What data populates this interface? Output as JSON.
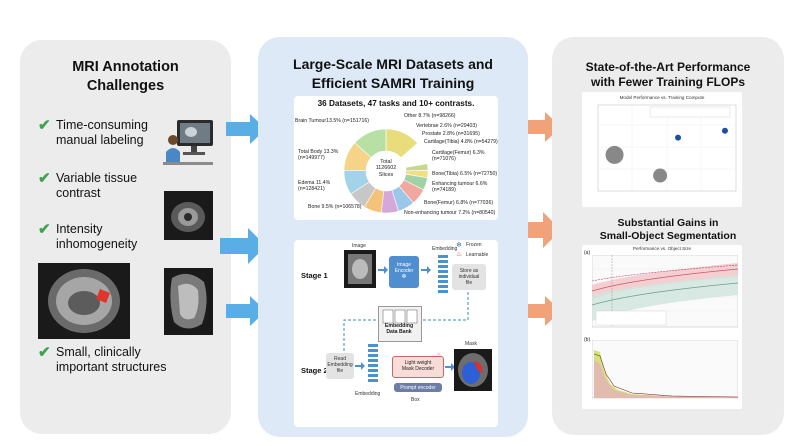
{
  "left_panel": {
    "title_line1": "MRI Annotation",
    "title_line2": "Challenges",
    "challenges": [
      {
        "line1": "Time-consuming",
        "line2": "manual labeling"
      },
      {
        "line1": "Variable tissue",
        "line2": "contrast"
      },
      {
        "line1": "Intensity",
        "line2": "inhomogeneity"
      },
      {
        "line1": "Small, clinically",
        "line2": "important structures"
      }
    ]
  },
  "middle_panel": {
    "title_line1": "Large-Scale MRI Datasets and",
    "title_line2": "Efficient SAMRI Training",
    "dataset_summary": "36 Datasets, 47 tasks and 10+ contrasts.",
    "pie_center_line1": "Total",
    "pie_center_line2": "1126602",
    "pie_center_line3": "Slices",
    "pie_labels": [
      "Brain Tumour13.5% (n=151716)",
      "Other 8.7% (n=98266)",
      "Vertebrae 2.6% (n=29403)",
      "Prostate 2.8% (n=31695)",
      "Cartilage(Tibia) 4.8% (n=54279)",
      "Cartilage(Femur) 6.3% (n=71076)",
      "Bone(Tibia) 6.5% (n=72750)",
      "Enhancing tumour 6.6% (n=74189)",
      "Bone(Femur) 6.8% (n=77036)",
      "Non-enhancing tumour 7.2% (n=80540)",
      "Bone 9.5% (n=106578)",
      "Edema 11.4% (n=128421)",
      "Total Body 13.3% (n=149977)"
    ],
    "stage1": "Stage 1",
    "stage2": "Stage 2",
    "image_label": "Image",
    "image_encoder_line1": "Image",
    "image_encoder_line2": "Encoder",
    "embedding_label": "Embedding",
    "frozen_label": "Frozen",
    "learnable_label": "Learnable",
    "store_line1": "Store as",
    "store_line2": "individual",
    "store_line3": "file",
    "databank_line1": "Embedding",
    "databank_line2": "Data Bank",
    "read_line1": "Read",
    "read_line2": "Embedding",
    "read_line3": "file",
    "decoder_line1": "Light weight",
    "decoder_line2": "Mask Decoder",
    "prompt_encoder": "Prompt encoder",
    "box_label": "Box",
    "mask_label": "Mask",
    "embedding_bottom": "Embedding"
  },
  "right_panel": {
    "title_line1": "State-of-the-Art Performance",
    "title_line2": "with Fewer Training FLOPs",
    "chart1_title": "Model Performance vs. Training Compute",
    "subtitle_line1": "Substantial Gains in",
    "subtitle_line2": "Small-Object Segmentation",
    "chart2_title": "Performance vs. Object Size",
    "panel_a": "(a)",
    "panel_b": "(b)"
  },
  "colors": {
    "arrow_blue": "#5aaee6",
    "arrow_orange": "#f0a27a",
    "check_green": "#3fa34d",
    "encoder_blue": "#4f8fcf"
  },
  "chart_data": [
    {
      "type": "pie",
      "title": "36 Datasets, 47 tasks and 10+ contrasts.",
      "categories": [
        "Brain Tumour",
        "Other",
        "Vertebrae",
        "Prostate",
        "Cartilage(Tibia)",
        "Cartilage(Femur)",
        "Bone(Tibia)",
        "Enhancing tumour",
        "Bone(Femur)",
        "Non-enhancing tumour",
        "Bone",
        "Edema",
        "Total Body"
      ],
      "values": [
        13.5,
        8.7,
        2.6,
        2.8,
        4.8,
        6.3,
        6.5,
        6.6,
        6.8,
        7.2,
        9.5,
        11.4,
        13.3
      ],
      "colors": [
        "#e8dd7a",
        "#ffffff",
        "#c6d98a",
        "#f4e07a",
        "#9fd3a6",
        "#f2a7a0",
        "#9bc8e8",
        "#d6a7d9",
        "#f5c27a",
        "#c7c7c7",
        "#a3d3e8",
        "#f5d48a",
        "#b9e0a4"
      ]
    },
    {
      "type": "scatter",
      "title": "Model Performance vs. Training Compute",
      "points": [
        {
          "x": 0.12,
          "y": 0.42,
          "size": 9,
          "color": "#888888"
        },
        {
          "x": 0.45,
          "y": 0.18,
          "size": 7,
          "color": "#888888"
        },
        {
          "x": 0.58,
          "y": 0.62,
          "size": 3,
          "color": "#1f4fa0"
        },
        {
          "x": 0.92,
          "y": 0.7,
          "size": 3,
          "color": "#1f4fa0"
        }
      ]
    }
  ]
}
